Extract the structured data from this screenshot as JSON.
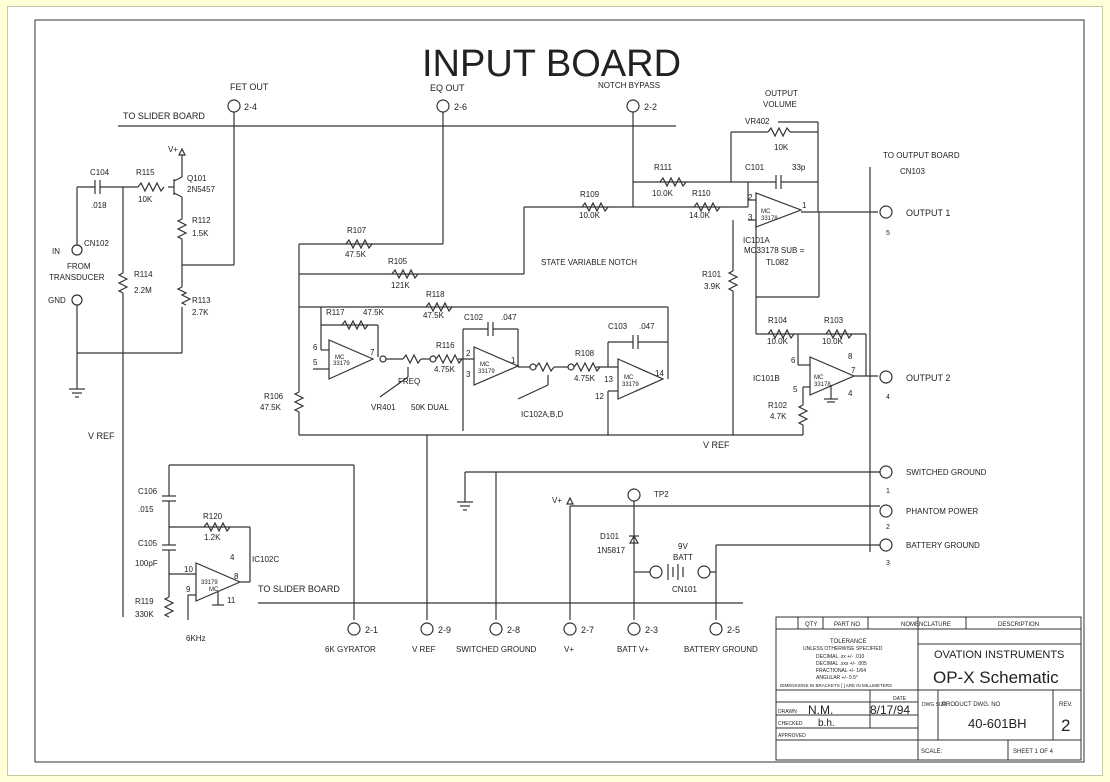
{
  "title": "INPUT BOARD",
  "labels": {
    "fet_out": "FET OUT",
    "eq_out": "EQ OUT",
    "notch_bypass": "NOTCH BYPASS",
    "output_volume_1": "OUTPUT",
    "output_volume_2": "VOLUME",
    "to_slider_board_top": "TO SLIDER BOARD",
    "to_output_board": "TO OUTPUT BOARD",
    "state_variable_notch": "STATE VARIABLE NOTCH",
    "mc_sub_1": "MC33178 SUB =",
    "mc_sub_2": "TL082",
    "vref_left": "V REF",
    "vref_right": "V REF",
    "in": "IN",
    "from": "FROM",
    "transducer": "TRANSDUCER",
    "gnd": "GND",
    "freq": "FREQ",
    "vr401": "VR401",
    "dual": "50K DUAL",
    "ic102abd": "IC102A,B,D",
    "ic101a": "IC101A",
    "ic101b": "IC101B",
    "ic102c": "IC102C",
    "six_khz": "6KHz",
    "to_slider_board_bottom": "TO SLIDER BOARD",
    "vplus_top": "V+",
    "vplus_mid": "V+"
  },
  "connectors_top": [
    {
      "pin": "2-4"
    },
    {
      "pin": "2-6"
    },
    {
      "pin": "2-2"
    }
  ],
  "connectors_bottom": [
    {
      "pin": "2-1",
      "label": "6K GYRATOR"
    },
    {
      "pin": "2-9",
      "label": "V REF"
    },
    {
      "pin": "2-8",
      "label": "SWITCHED GROUND"
    },
    {
      "pin": "2-7",
      "label": "V+"
    },
    {
      "pin": "2-3",
      "label": "BATT V+"
    },
    {
      "pin": "2-5",
      "label": "BATTERY GROUND"
    }
  ],
  "connectors_right": [
    {
      "label": "OUTPUT 1",
      "pin": "5"
    },
    {
      "label": "OUTPUT 2",
      "pin": "4"
    },
    {
      "label": "SWITCHED GROUND",
      "pin": "1"
    },
    {
      "label": "PHANTOM POWER",
      "pin": "2"
    },
    {
      "label": "BATTERY GROUND",
      "pin": "3"
    }
  ],
  "cn103": "CN103",
  "cn102": "CN102",
  "cn101": "CN101",
  "tp2": "TP2",
  "components": {
    "c104": [
      "C104",
      ".018"
    ],
    "r115": [
      "R115",
      "10K"
    ],
    "q101": [
      "Q101",
      "2N5457"
    ],
    "r112": [
      "R112",
      "1.5K"
    ],
    "r114": [
      "R114",
      "2.2M"
    ],
    "r113": [
      "R113",
      "2.7K"
    ],
    "r107": [
      "R107",
      "47.5K"
    ],
    "r105": [
      "R105",
      "121K"
    ],
    "r118": [
      "R118",
      "47.5K"
    ],
    "r117": [
      "R117",
      "47.5K"
    ],
    "r116": [
      "R116",
      "4.75K"
    ],
    "c102": [
      "C102",
      ".047"
    ],
    "c103": [
      "C103",
      ".047"
    ],
    "r108": [
      "R108",
      "4.75K"
    ],
    "r106": [
      "R106",
      "47.5K"
    ],
    "r109": [
      "R109",
      "10.0K"
    ],
    "r111": [
      "R111",
      "10.0K"
    ],
    "r110": [
      "R110",
      "14.0K"
    ],
    "c101": [
      "C101",
      "33p"
    ],
    "vr402": [
      "VR402",
      "10K"
    ],
    "r101": [
      "R101",
      "3.9K"
    ],
    "r104": [
      "R104",
      "10.0K"
    ],
    "r103": [
      "R103",
      "10.0K"
    ],
    "r102": [
      "R102",
      "4.7K"
    ],
    "c106": [
      "C106",
      ".015"
    ],
    "r120": [
      "R120",
      "1.2K"
    ],
    "c105": [
      "C105",
      "100pF"
    ],
    "r119": [
      "R119",
      "330K"
    ],
    "d101": [
      "D101",
      "1N5817"
    ],
    "batt": [
      "9V",
      "BATT"
    ]
  },
  "opamp_label": [
    "MC",
    "33179"
  ],
  "opamp_label_b": [
    "MC",
    "33178"
  ],
  "pins": {
    "ic101a": [
      "2",
      "3",
      "1"
    ],
    "ic101b": [
      "6",
      "5",
      "7",
      "8",
      "4"
    ],
    "ic102_first": [
      "6",
      "5",
      "7"
    ],
    "ic102_second": [
      "2",
      "3",
      "1"
    ],
    "ic102_third": [
      "13",
      "12",
      "14"
    ],
    "ic102c": [
      "10",
      "9",
      "8",
      "4",
      "11"
    ]
  },
  "title_block": {
    "qty": "QTY",
    "part_no": "PART NO",
    "nomenclature": "NOMENCLATURE",
    "description": "DESCRIPTION",
    "tolerance": "TOLERANCE",
    "unless": "UNLESS OTHERWISE SPECIFIED",
    "tol_rows": [
      "DECIMAL .xx +/- .010",
      "DECIMAL .xxx +/- .005",
      "FRACTIONAL +/- 1/64",
      "ANGULAR +/- 0.5°"
    ],
    "dimensions": "DIMENSIONS IN BRACKETS [ ] ARE IN MILLIMETERS",
    "company": "OVATION INSTRUMENTS",
    "drawing_title": "OP-X Schematic",
    "drawn_label": "DRAWN",
    "drawn_by": "N.M.",
    "date_label": "DATE",
    "date": "8/17/94",
    "checked_label": "CHECKED",
    "checked_by": "b.h.",
    "approved_label": "APPROVED",
    "dwg_size": "DWG SIZE",
    "product_dwg_no": "PRODUCT DWG. NO",
    "dwg_no": "40-601BH",
    "rev_label": "REV.",
    "rev": "2",
    "scale": "SCALE:",
    "sheet": "SHEET 1 OF 4"
  }
}
